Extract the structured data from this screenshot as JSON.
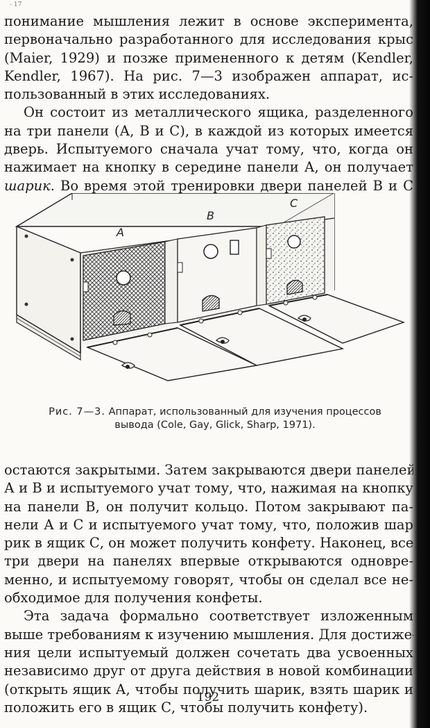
{
  "page": {
    "corner_mark": "- 17",
    "page_number": "192"
  },
  "paragraph_1": {
    "lines": [
      "понимание мышления лежит в основе эксперимента,",
      "первоначально разработанного для исследования крыс",
      "(Maier, 1929) и позже примененного к детям (Kendler,",
      "Kendler, 1967). На рис. 7—3 изображен аппарат, ис-",
      "пользованный в этих исследованиях."
    ]
  },
  "paragraph_2": {
    "lines": [
      "Он состоит из металлического ящика, разделенного",
      "на три панели (А, В и С), в каждой из которых имеется",
      "дверь. Испытуемого сначала учат тому, что, когда он",
      "нажимает на кнопку в середине панели А, он получает",
      "шарик. Во время этой тренировки двери панелей В и С"
    ],
    "italic_word": "шарик"
  },
  "figure": {
    "panel_labels": [
      "A",
      "B",
      "C"
    ],
    "caption_label": "Рис. 7—3.",
    "caption_line_1": "Аппарат, использованный для изучения процессов",
    "caption_line_2": "вывода (Cole, Gay, Glick, Sharp, 1971)."
  },
  "paragraph_3": {
    "lines": [
      "остаются закрытыми. Затем закрываются двери панелей",
      "А и В и испытуемого учат тому, что, нажимая на кнопку",
      "на панели В, он получит кольцо. Потом закрывают па-",
      "нели А и С и испытуемого учат тому, что, положив шар",
      "рик в ящик С, он может получить конфету. Наконец, все",
      "три двери на панелях впервые открываются одновре-",
      "менно, и испытуемому говорят, чтобы он сделал все не-",
      "обходимое для получения конфеты."
    ]
  },
  "paragraph_4": {
    "lines": [
      "Эта задача формально соответствует изложенным",
      "выше требованиям к изучению мышления. Для достиже-",
      "ния цели испытуемый должен сочетать два усвоенных",
      "независимо друг от друга действия в новой комбинации",
      "(открыть ящик А, чтобы получить шарик, взять шарик и",
      "положить его в ящик С, чтобы получить конфету)."
    ]
  }
}
